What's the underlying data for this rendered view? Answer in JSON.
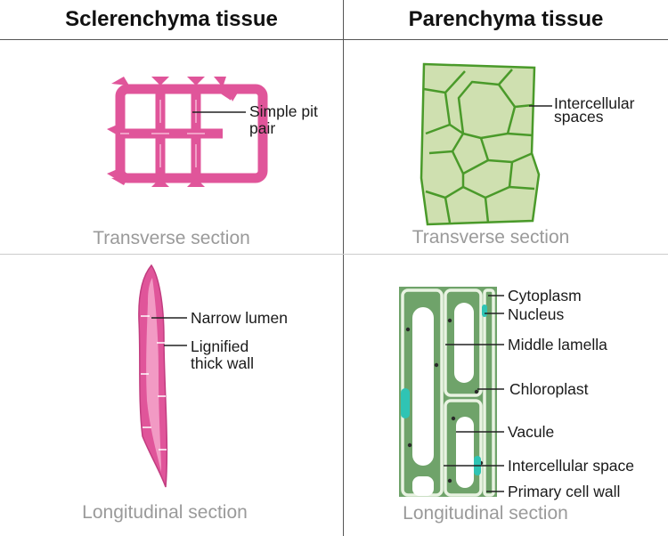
{
  "headers": {
    "left": "Sclerenchyma tissue",
    "right": "Parenchyma tissue"
  },
  "sections": {
    "scl_transverse": "Transverse section",
    "par_transverse": "Transverse section",
    "scl_longitudinal": "Longitudinal section",
    "par_longitudinal": "Longitudinal section"
  },
  "labels": {
    "simple_pit_pair": [
      "Simple pit",
      "pair"
    ],
    "intercellular_spaces": [
      "Intercellular",
      "spaces"
    ],
    "narrow_lumen": "Narrow lumen",
    "lignified_thick_wall": [
      "Lignified",
      "thick wall"
    ],
    "cytoplasm": "Cytoplasm",
    "nucleus": "Nucleus",
    "middle_lamella": "Middle lamella",
    "chloroplast": "Chloroplast",
    "vacule": "Vacule",
    "intercellular_space": "Intercellular space",
    "primary_cell_wall": "Primary cell wall"
  },
  "colors": {
    "sclerenchyma": "#e0559a",
    "sclerenchyma_light": "#f29ac4",
    "parenchyma_fill": "#cfe0b0",
    "parenchyma_wall": "#4a9a2a",
    "cytoplasm_texture": "#8fb384",
    "chloroplast": "#2fc4b4"
  }
}
